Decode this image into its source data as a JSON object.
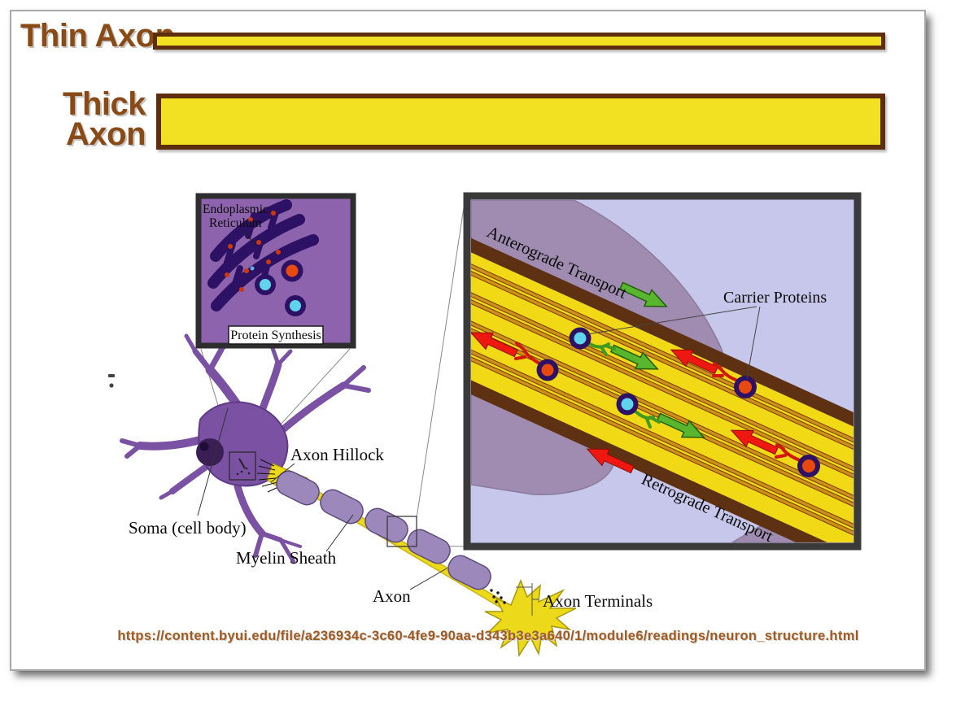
{
  "comparison": {
    "thin_axon_label": "Thin Axon",
    "thick_axon_line1": "Thick",
    "thick_axon_line2": "Axon"
  },
  "er_inset": {
    "label_line1": "Endoplasmic",
    "label_line2": "Reticulum",
    "caption": "Protein Synthesis"
  },
  "neuron_labels": {
    "axon_hillock": "Axon Hillock",
    "soma": "Soma (cell body)",
    "myelin_sheath": "Myelin Sheath",
    "axon": "Axon",
    "axon_terminals": "Axon Terminals"
  },
  "transport_inset": {
    "anterograde": "Anterograde Transport",
    "retrograde": "Retrograde Transport",
    "carrier_proteins": "Carrier Proteins"
  },
  "footer": {
    "source_url": "https://content.byui.edu/file/a236934c-3c60-4fe9-90aa-d343b3e3a640/1/module6/readings/neuron_structure.html"
  },
  "colors": {
    "title_brown": "#8a4a16",
    "bar_yellow": "#f2e122",
    "bar_border_brown": "#5c2e0e",
    "er_background_purple": "#8d63ad",
    "organelle_dark_purple": "#2d1164",
    "vesicle_cyan": "#5fd4ec",
    "vesicle_orange": "#e8490f",
    "neuron_purple": "#7b51a3",
    "myelin_lavender": "#9c88ba",
    "axon_yellow": "#ecd919",
    "inset_background": "#c7c7ec",
    "inset_myelin": "#a08cb0",
    "band_brown": "#5e3112",
    "band_yellow": "#f2d916",
    "microtubule_gold": "#d09018",
    "arrow_green": "#58b52e",
    "arrow_red": "#ee1810",
    "url_brown": "#a05a22"
  }
}
